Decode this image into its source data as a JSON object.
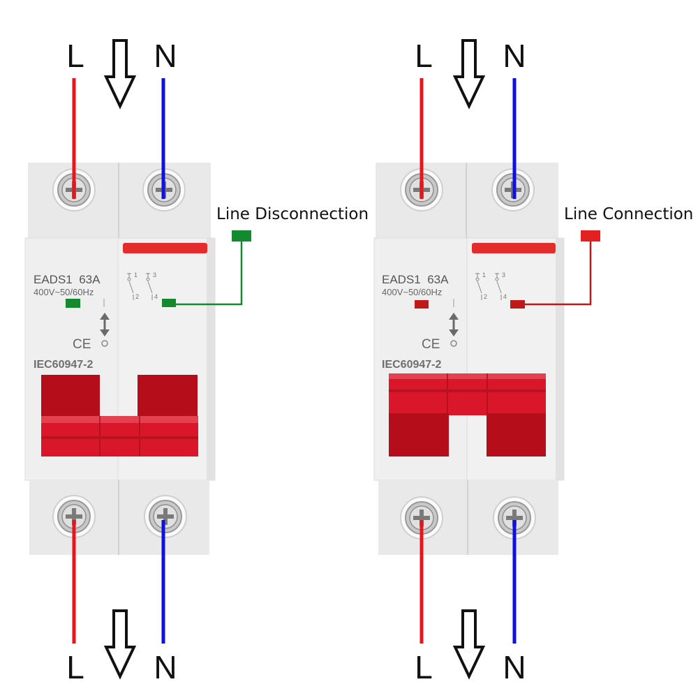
{
  "colors": {
    "live": "#e8151b",
    "neutral": "#1010e0",
    "off_indicator": "#138a2e",
    "on_indicator": "#c01818",
    "handle": "#c4111e",
    "body": "#ececec"
  },
  "switches": [
    {
      "top_labels": {
        "left": "L",
        "right": "N"
      },
      "bottom_labels": {
        "left": "L",
        "right": "N"
      },
      "model": "EADS1  63A",
      "rating": "400V~50/60Hz",
      "ce": "CE",
      "standard": "IEC60947-2",
      "pins": {
        "p1": "1",
        "p2": "2",
        "p3": "3",
        "p4": "4"
      },
      "callout": "Line Disconnection",
      "state": "off"
    },
    {
      "top_labels": {
        "left": "L",
        "right": "N"
      },
      "bottom_labels": {
        "left": "L",
        "right": "N"
      },
      "model": "EADS1  63A",
      "rating": "400V~50/60Hz",
      "ce": "CE",
      "standard": "IEC60947-2",
      "pins": {
        "p1": "1",
        "p2": "2",
        "p3": "3",
        "p4": "4"
      },
      "callout": "Line Connection",
      "state": "on"
    }
  ]
}
